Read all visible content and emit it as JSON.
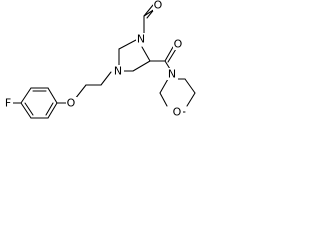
{
  "atom_labels": {
    "fluorine": "F",
    "ether_oxygen": "O",
    "piperazine_n4": "N",
    "piperazine_n1": "N",
    "acetyl_oxygen": "O",
    "carbonyl_oxygen": "O",
    "morpholine_n": "N",
    "morpholine_o": "O"
  }
}
